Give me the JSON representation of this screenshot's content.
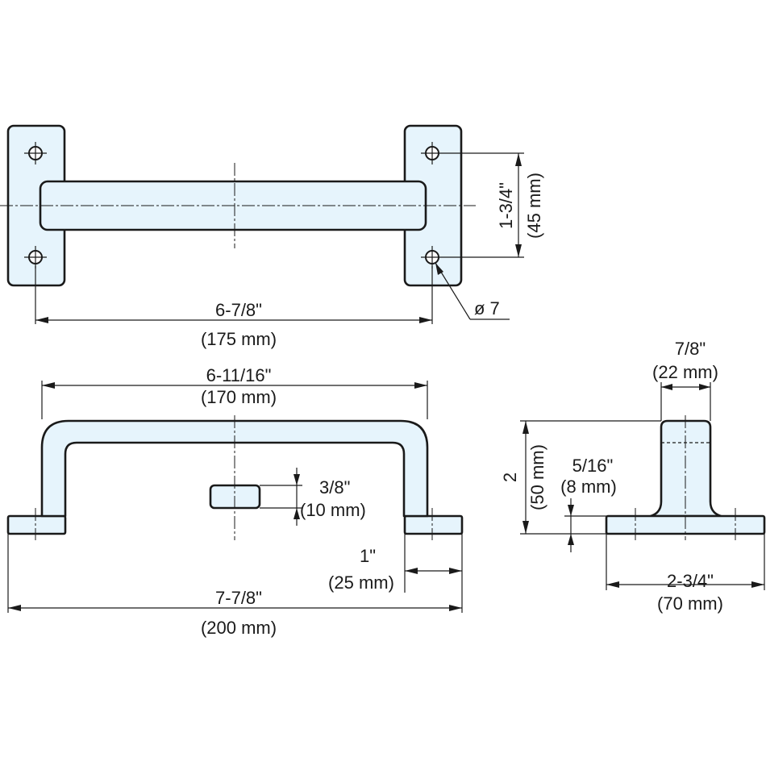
{
  "top_view": {
    "length": {
      "imperial": "6-7/8\"",
      "metric": "(175 mm)"
    },
    "height": {
      "imperial": "1-3/4\"",
      "metric": "(45 mm)"
    },
    "hole": {
      "label": "ø 7"
    }
  },
  "front_view": {
    "inner_length": {
      "imperial": "6-11/16\"",
      "metric": "(170 mm)"
    },
    "bar_height": {
      "imperial": "3/8\"",
      "metric": "(10 mm)"
    },
    "foot_length": {
      "imperial": "1\"",
      "metric": "(25 mm)"
    },
    "overall_length": {
      "imperial": "7-7/8\"",
      "metric": "(200 mm)"
    }
  },
  "side_view": {
    "bar_width": {
      "imperial": "7/8\"",
      "metric": "(22 mm)"
    },
    "overall_height": {
      "imperial": "2",
      "metric": "(50 mm)"
    },
    "base_thickness": {
      "imperial": "5/16\"",
      "metric": "(8 mm)"
    },
    "base_width": {
      "imperial": "2-3/4\"",
      "metric": "(70 mm)"
    }
  },
  "colors": {
    "part_fill": "#e6f4fc",
    "line": "#1a1a1a"
  }
}
